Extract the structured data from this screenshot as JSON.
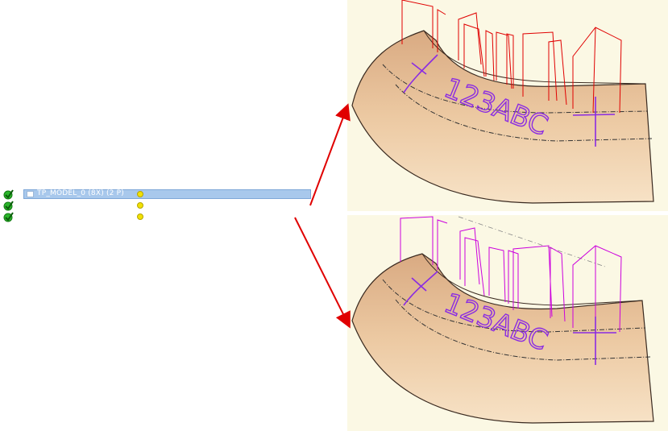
{
  "tree": {
    "rows": [
      {
        "status": "ok",
        "label": "TP_MODEL_0 (8X) (2 P)",
        "selected": true
      },
      {
        "status": "ok",
        "label": "",
        "selected": false
      },
      {
        "status": "ok",
        "label": "",
        "selected": false
      }
    ]
  },
  "viewports": {
    "engraving_text": "123ABC"
  },
  "colors": {
    "selection": "#a8c8ec",
    "toolpath_top": "#e00000",
    "toolpath_bottom": "#cc00dd",
    "engraving": "#8a2be2",
    "surface": "#ecc9a2",
    "arrow": "#e00000"
  }
}
